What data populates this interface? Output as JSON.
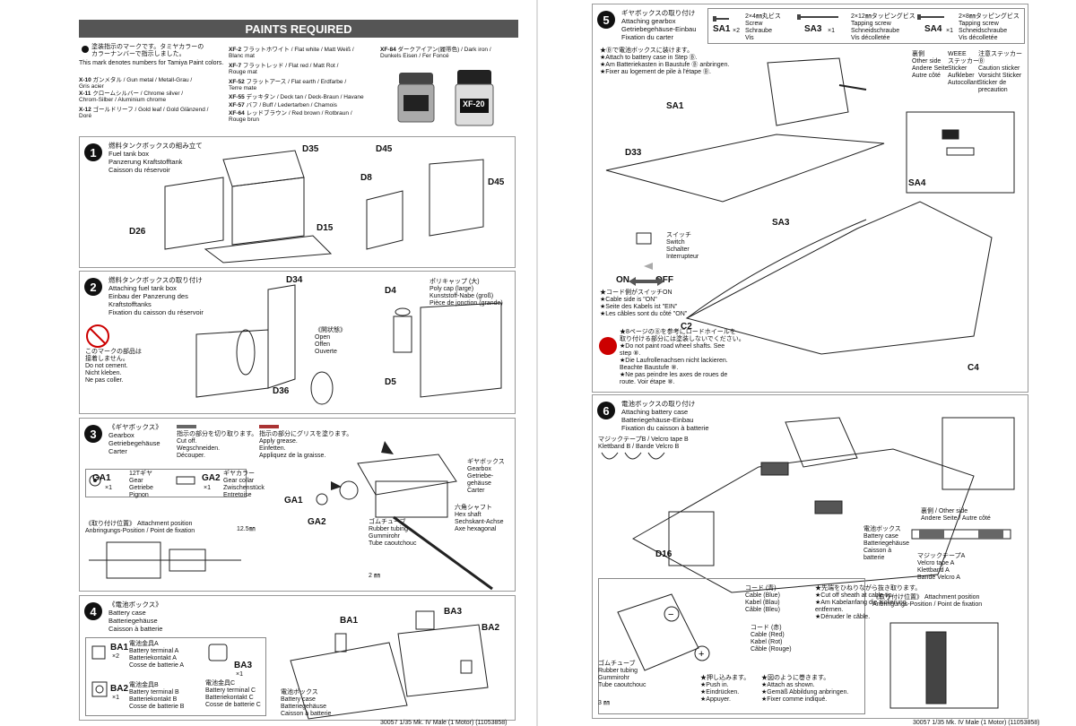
{
  "left": {
    "header": "PAINTS REQUIRED",
    "paint_note": "塗装指示のマークです。タミヤカラーの\nカラーナンバーで指示しました。",
    "paint_note_en": "This mark denotes numbers for Tamiya Paint colors.",
    "paints_col1": [
      {
        "code": "X-10",
        "text": "ガンメタル / Gun metal / Metall-Grau /\nGris acier"
      },
      {
        "code": "X-11",
        "text": "クロームシルバー / Chrome silver /\nChrom-Silber / Aluminium chrome"
      },
      {
        "code": "X-12",
        "text": "ゴールドリーフ / Gold leaf / Gold Glänzend /\nDoré"
      }
    ],
    "paints_col2": [
      {
        "code": "XF-2",
        "text": "フラットホワイト / Flat white / Matt Weiß /\nBlanc mat"
      },
      {
        "code": "XF-7",
        "text": "フラットレッド / Flat red / Matt Rot /\nRouge mat"
      },
      {
        "code": "XF-52",
        "text": "フラットアース / Flat earth / Erdfarbe /\nTerre mate"
      },
      {
        "code": "XF-55",
        "text": "デッキタン / Deck tan / Deck-Braun / Havane"
      },
      {
        "code": "XF-57",
        "text": "バフ / Buff / Ledertarben / Chamois"
      },
      {
        "code": "XF-64",
        "text": "レッドブラウン / Red brown / Rotbraun /\nRouge brun"
      }
    ],
    "paints_col3": [
      {
        "code": "XF-84",
        "text": "ダークアイアン(履帯色) / Dark iron /\nDunkels Eisen / Fer Foncé"
      }
    ],
    "jar_label": "XF-20",
    "steps": [
      {
        "num": "1",
        "title": "燃料タンクボックスの組み立て\nFuel tank box\nPanzerung Kraftstofftank\nCaisson du réservoir",
        "parts": [
          "D35",
          "D26",
          "D15",
          "D45",
          "D8",
          "D45"
        ]
      },
      {
        "num": "2",
        "title": "燃料タンクボックスの取り付け\nAttaching fuel tank box\nEinbau der Panzerung des\nKraftstofftanks\nFixation du caisson du réservoir",
        "parts": [
          "D34",
          "D36",
          "D4",
          "D5"
        ],
        "note": "このマークの部品は\n接着しません。\nDo not cement.\nNicht kleben.\nNe pas coller.",
        "open": "《開状態》\nOpen\nOffen\nOuverte",
        "polycap": "ポリキャップ (大)\nPoly cap (large)\nKunststoff-Nabe (groß)\nPièce de jonction (grande)"
      },
      {
        "num": "3",
        "title": "《ギヤボックス》\nGearbox\nGetriebegehäuse\nCarter",
        "cutoff": "指示の部分を切り取ります。\nCut off.\nWegschneiden.\nDécouper.",
        "grease": "指示の部分にグリスを塗ります。\nApply grease.\nEinfetten.\nAppliquez de la graisse.",
        "ga1": "GA1",
        "ga1_qty": "×1",
        "ga1_desc": "12Tギヤ\nGear\nGetriebe\nPignon",
        "ga2": "GA2",
        "ga2_qty": "×1",
        "ga2_desc": "ギヤカラー\nGear collar\nZwischenstück\nEntretoise",
        "attach": "《取り付け位置》 Attachment position\nAnbringungs-Position / Point de fixation",
        "dim1": "12.5㎜",
        "dim2": "2 ㎜",
        "gearbox_lbl": "ギヤボックス\nGearbox\nGetriebe-\ngehäuse\nCarter",
        "hex": "六角シャフト\nHex shaft\nSechskant-Achse\nAxe hexagonal",
        "tube": "ゴムチューブ\nRubber tubing\nGummirohr\nTube caoutchouc",
        "lbl_ga1": "GA1",
        "lbl_ga2": "GA2"
      },
      {
        "num": "4",
        "title": "《電池ボックス》\nBattery case\nBatteriegehäuse\nCaisson à batterie",
        "ba1": "BA1",
        "ba1_qty": "×2",
        "ba1_desc": "電池金具A\nBattery terminal A\nBatteriekontakt A\nCosse de batterie A",
        "ba2": "BA2",
        "ba2_qty": "×1",
        "ba2_desc": "電池金具B\nBattery terminal B\nBatteriekontakt B\nCosse de batterie B",
        "ba3": "BA3",
        "ba3_qty": "×1",
        "ba3_desc": "電池金具C\nBattery terminal C\nBatteriekontakt C\nCosse de batterie C",
        "case": "電池ボックス\nBattery case\nBatteriegehäuse\nCaisson à batterie",
        "lbl_ba1": "BA1",
        "lbl_ba2": "BA2",
        "lbl_ba3": "BA3"
      }
    ],
    "footer": "30057 1/35 Mk. IV Male (1 Motor) (11053858)"
  },
  "right": {
    "steps": [
      {
        "num": "5",
        "title": "ギヤボックスの取り付け\nAttaching gearbox\nGetriebegehäuse-Einbau\nFixation du carter",
        "sa1": "SA1",
        "sa1_qty": "×2",
        "sa1_desc": "2×4㎜丸ビス\nScrew\nSchraube\nVis",
        "sa3": "SA3",
        "sa3_qty": "×1",
        "sa3_desc": "2×12㎜タッピングビス\nTapping screw\nSchneidschraube\nVis décolletée",
        "sa4": "SA4",
        "sa4_qty": "×1",
        "sa4_desc": "2×8㎜タッピングビス\nTapping screw\nSchneidschraube\nVis décolletée",
        "attach_note": "★Ⓑで電池ボックスに装けます。\n★Attach to battery case in Step Ⓑ.\n★Am Batteriekasten in Baustufe Ⓑ anbringen.\n★Fixer au logement de pile à l'étape Ⓑ.",
        "switch": "スイッチ\nSwitch\nSchalter\nInterrupteur",
        "on": "ON",
        "off": "OFF",
        "on_note": "★コード側がスイッチON\n★Cable side is \"ON\"\n★Seite des Kabels ist \"EIN\"\n★Les câbles sont du côté \"ON\"",
        "notice": "★8ページの⑧を参考にロードホイールを\n取り付ける部分には塗装しないでください。\n★Do not paint road wheel shafts. See\nstep ⑧.\n★Die Laufrollenachsen nicht lackieren.\nBeachte Baustufe ⑧.\n★Ne pas peindre les axes de roues de\nroute. Voir étape ⑧.",
        "sticker_other": "裏側\nOther side\nAndere Seite\nAutre côté",
        "weee": "WEEE\nステッカー\nSticker\nAufkleber\nAutocollant",
        "caution": "注意ステッカー Ⓑ\nCaution sticker\nVorsicht Sticker\nSticker de precaution",
        "labels": [
          "SA1",
          "D33",
          "SA3",
          "SA4",
          "C2",
          "C4"
        ]
      },
      {
        "num": "6",
        "title": "電池ボックスの取り付け\nAttaching battery case\nBatteriegehäuse-Einbau\nFixation du caisson à batterie",
        "velcro": "マジックテープB / Velcro tape B\nKlettband B / Bande Velcro B",
        "other": "裏側 / Other side\nAndere Seite / Autre côté",
        "velcroA": "マジックテープA\nVelcro tape A\nKlettband A\nBande Velcro A",
        "case": "電池ボックス\nBattery case\nBatteriegehäuse\nCaisson à\nbatterie",
        "attach": "《取り付け位置》 Attachment position\nAnbringungs-Position / Point de fixation",
        "blue": "コード (青)\nCable (Blue)\nKabel (Blau)\nCâble (Bleu)",
        "red": "コード (赤)\nCable (Red)\nKabel (Rot)\nCâble (Rouge)",
        "cut": "★先端をひねりながら抜き取ります。\n★Cut off sheath at cable tip.\n★Am Kabelanfang die Isolierung\nentfernen.\n★Dénuder le câble.",
        "tube": "ゴムチューブ\nRubber tubing\nGummirohr\nTube caoutchouc",
        "push": "★押し込みます。\n★Push in.\n★Eindrücken.\n★Appuyer.",
        "attach2": "★図のように巻きます。\n★Attach as shown.\n★Gemäß Abbildung anbringen.\n★Fixer comme indiqué.",
        "dim": "3 ㎜",
        "d16": "D16"
      }
    ],
    "footer": "30057 1/35 Mk. IV Male (1 Motor) (11053858)"
  }
}
